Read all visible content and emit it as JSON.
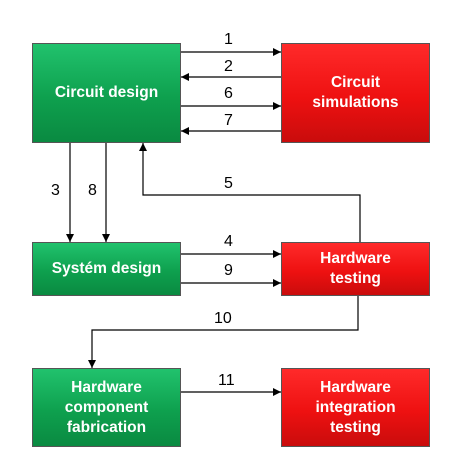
{
  "boxes": {
    "circuit_design": "Circuit design",
    "circuit_simulations": "Circuit simulations",
    "system_design": "Systém design",
    "hardware_testing": "Hardware testing",
    "hardware_component_fabrication": "Hardware component fabrication",
    "hardware_integration_testing": "Hardware integration testing"
  },
  "colors": {
    "green": "#0ea04e",
    "red": "#ee1111",
    "line": "#000000"
  },
  "edges": [
    {
      "label": "1",
      "from": "circuit_design",
      "to": "circuit_simulations"
    },
    {
      "label": "2",
      "from": "circuit_simulations",
      "to": "circuit_design"
    },
    {
      "label": "3",
      "from": "circuit_design",
      "to": "system_design"
    },
    {
      "label": "4",
      "from": "system_design",
      "to": "hardware_testing"
    },
    {
      "label": "5",
      "from": "hardware_testing",
      "to": "circuit_design"
    },
    {
      "label": "6",
      "from": "circuit_design",
      "to": "circuit_simulations"
    },
    {
      "label": "7",
      "from": "circuit_simulations",
      "to": "circuit_design"
    },
    {
      "label": "8",
      "from": "circuit_design",
      "to": "system_design"
    },
    {
      "label": "9",
      "from": "system_design",
      "to": "hardware_testing"
    },
    {
      "label": "10",
      "from": "hardware_testing",
      "to": "hardware_component_fabrication"
    },
    {
      "label": "11",
      "from": "hardware_component_fabrication",
      "to": "hardware_integration_testing"
    }
  ]
}
